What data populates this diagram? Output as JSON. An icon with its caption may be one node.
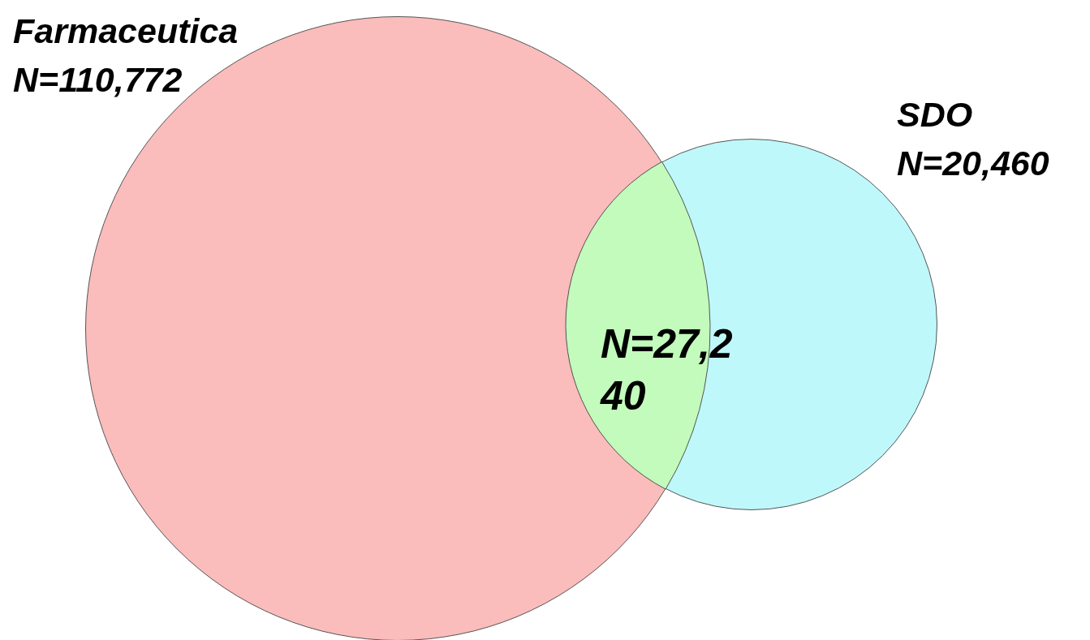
{
  "diagram": {
    "nodes": [
      {
        "text": [
          "Farmaceutica",
          "N=110,772"
        ]
      },
      {
        "text": [
          "SDO",
          "N=20,460"
        ]
      },
      {
        "text": [
          "N=27,240"
        ]
      }
    ]
  }
}
